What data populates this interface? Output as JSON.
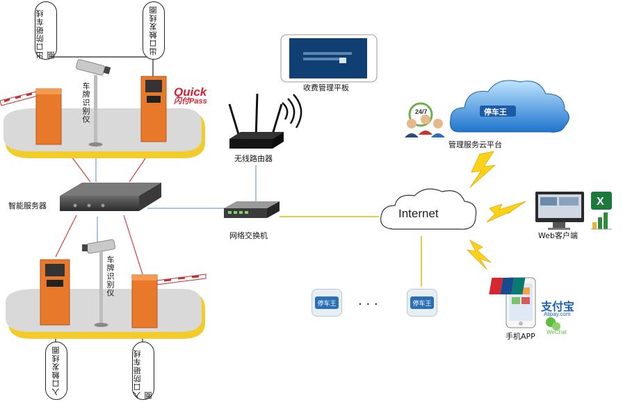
{
  "labels": {
    "exit_barrier_loop": "出口防砸车线圈",
    "exit_trigger_loop": "出口触发线圈",
    "plate_cam_top": "车牌识别仪",
    "plate_cam_bottom": "车牌识别仪",
    "smart_server": "智能服务器",
    "wireless_router": "无线路由器",
    "network_switch": "网络交换机",
    "tablet": "收费管理平板",
    "cloud_platform": "管理服务云平台",
    "internet": "Internet",
    "web_client": "Web客户端",
    "mobile_app": "手机APP",
    "entry_trigger_loop": "入口触发线圈",
    "entry_barrier_loop": "入口防砸车线圈",
    "dots": "· · ·"
  },
  "logos": {
    "quickpass_top": "Quick",
    "quickpass_bottom": "闪付Pass",
    "parking_king": "停车王",
    "support_badge": "24/7",
    "unionpay": "UnionPay",
    "unionpay_cn": "银联",
    "alipay_cn": "支付宝",
    "alipay_en": "Alipay.com",
    "wechat": "WeChat"
  },
  "colors": {
    "barrier_orange": "#e8782a",
    "lane_yellow": "#f2cc2a",
    "lane_gray": "#d9d9d9",
    "red_link": "#d93a3a",
    "blue_link": "#6aa3d8",
    "yellow_link": "#f0c93b",
    "cloud_blue": "#2a7fd4"
  }
}
